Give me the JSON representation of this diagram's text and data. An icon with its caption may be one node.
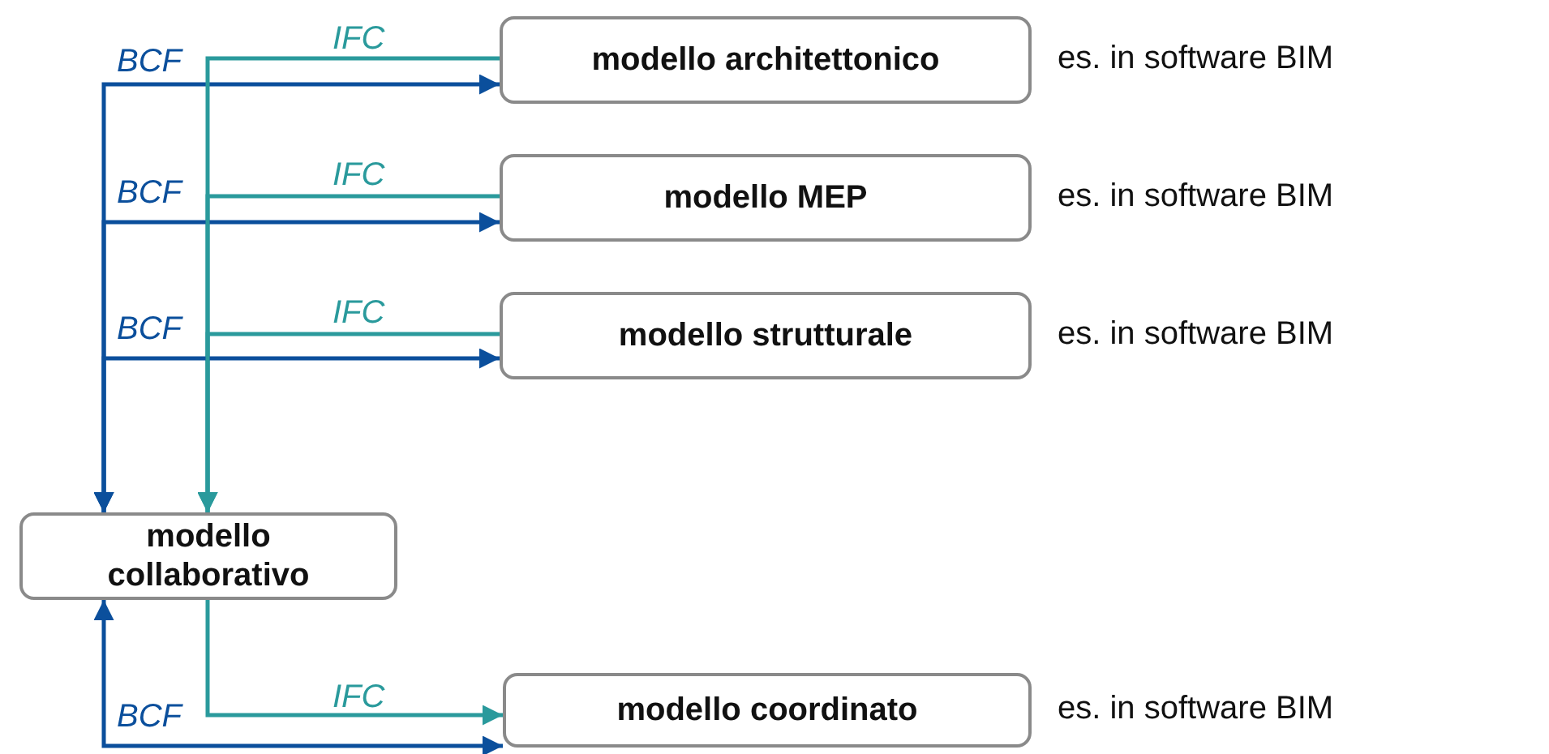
{
  "diagram": {
    "nodes": [
      {
        "text": [
          "modello architettonico"
        ],
        "beside": [
          "es. in software BIM"
        ]
      },
      {
        "text": [
          "modello MEP"
        ],
        "beside": [
          "es. in software BIM"
        ]
      },
      {
        "text": [
          "modello strutturale"
        ],
        "beside": [
          "es. in software BIM"
        ]
      },
      {
        "text": [
          "modello collaborativo"
        ]
      },
      {
        "text": [
          "modello coordinato"
        ],
        "beside": [
          "es. in software BIM"
        ]
      }
    ],
    "edges": [
      {
        "from": 3,
        "to": 0,
        "arrow": "both",
        "label": "BCF",
        "color": "#0b4f9c"
      },
      {
        "from": 0,
        "to": 3,
        "arrow": "to",
        "label": "IFC",
        "color": "#2a9a9c"
      },
      {
        "from": 3,
        "to": 1,
        "arrow": "both",
        "label": "BCF",
        "color": "#0b4f9c"
      },
      {
        "from": 1,
        "to": 3,
        "arrow": "to",
        "label": "IFC",
        "color": "#2a9a9c"
      },
      {
        "from": 3,
        "to": 2,
        "arrow": "both",
        "label": "BCF",
        "color": "#0b4f9c"
      },
      {
        "from": 2,
        "to": 3,
        "arrow": "to",
        "label": "IFC",
        "color": "#2a9a9c"
      },
      {
        "from": 3,
        "to": 4,
        "arrow": "to",
        "label": "IFC",
        "color": "#2a9a9c"
      },
      {
        "from": 3,
        "to": 4,
        "arrow": "both",
        "label": "BCF",
        "color": "#0b4f9c"
      }
    ]
  }
}
